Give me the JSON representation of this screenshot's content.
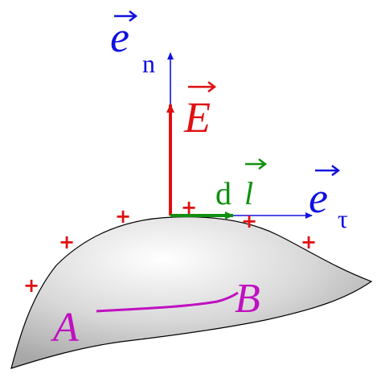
{
  "labels": {
    "e_normal": "e",
    "e_normal_sub": "n",
    "e_tangent": "e",
    "e_tangent_sub": "τ",
    "field": "E",
    "dl_d": "d",
    "dl_l": "l",
    "point_a": "A",
    "point_b": "B",
    "charge_sign": "+"
  },
  "colors": {
    "normal_vector": "#1010e0",
    "field_vector": "#e01010",
    "tangent_element": "#109010",
    "path": "#c010c0",
    "charges": "#e01010",
    "surface_fill": "#c8c8c8",
    "surface_outline": "#000000"
  }
}
